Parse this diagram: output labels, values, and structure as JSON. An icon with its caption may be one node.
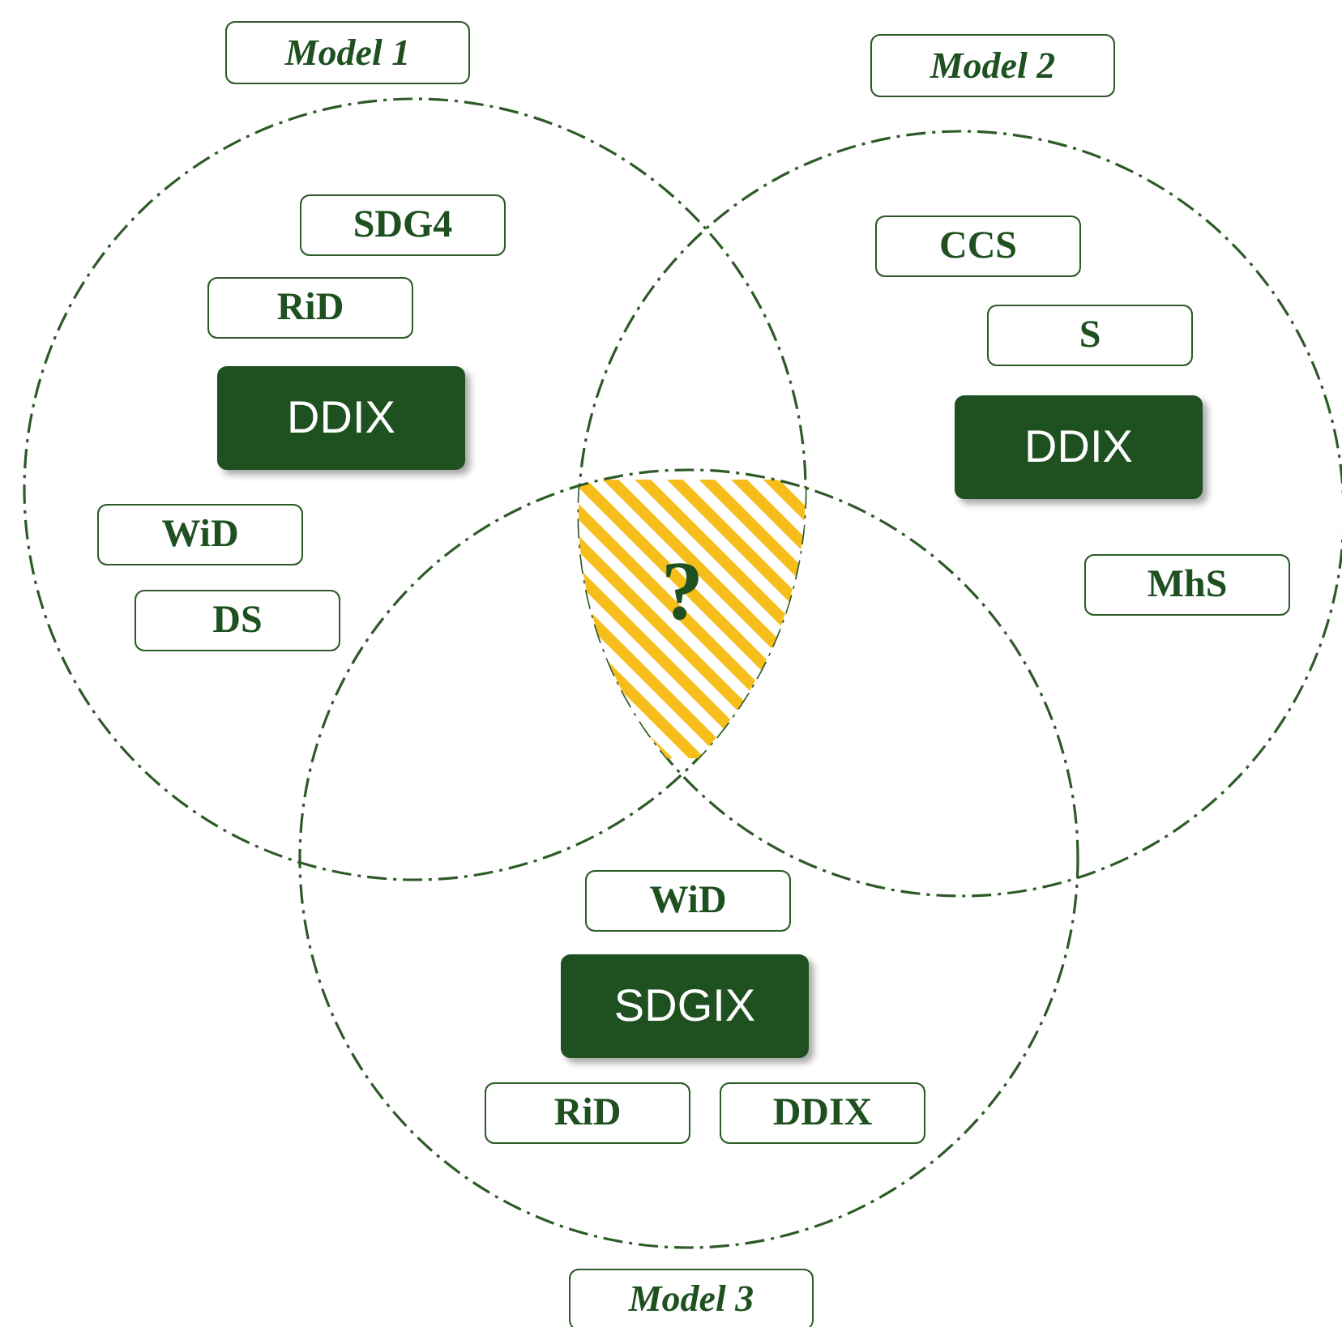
{
  "diagram": {
    "nodes": [
      {
        "text": [
          "Model 1"
        ]
      },
      {
        "text": [
          "SDG4"
        ],
        "in": 0
      },
      {
        "text": [
          "RiD"
        ],
        "in": 0
      },
      {
        "text": [
          "DDIX"
        ],
        "in": 0
      },
      {
        "text": [
          "WiD"
        ],
        "in": 0
      },
      {
        "text": [
          "DS"
        ],
        "in": 0
      },
      {
        "text": [
          "Model 2"
        ]
      },
      {
        "text": [
          "CCS"
        ],
        "in": 6
      },
      {
        "text": [
          "S"
        ],
        "in": 6
      },
      {
        "text": [
          "DDIX"
        ],
        "in": 6
      },
      {
        "text": [
          "MhS"
        ],
        "in": 6
      },
      {
        "text": [
          "?"
        ]
      },
      {
        "text": [
          "Model 3"
        ]
      },
      {
        "text": [
          "WiD"
        ],
        "in": 12
      },
      {
        "text": [
          "SDGIX"
        ],
        "in": 12
      },
      {
        "text": [
          "RiD"
        ],
        "in": 12
      },
      {
        "text": [
          "DDIX"
        ],
        "in": 12
      }
    ]
  }
}
